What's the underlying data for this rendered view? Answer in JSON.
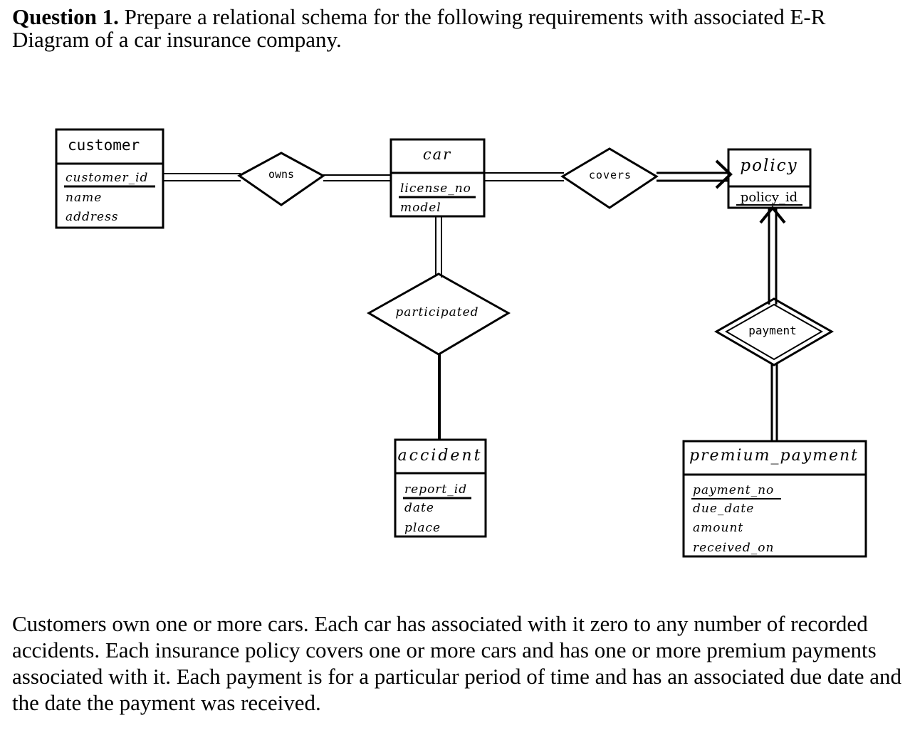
{
  "question": {
    "label": "Question 1.",
    "text": " Prepare a relational schema for the following requirements with associated E-R Diagram of a car insurance company."
  },
  "entities": {
    "customer": {
      "title": "customer",
      "pk": "customer_id",
      "attrs": [
        "name",
        "address"
      ]
    },
    "car": {
      "title": "car",
      "pk": "license_no",
      "attrs": [
        "model"
      ]
    },
    "policy": {
      "title": "policy",
      "pk": "policy_id",
      "attrs": []
    },
    "accident": {
      "title": "accident",
      "pk": "report_id",
      "attrs": [
        "date",
        "place"
      ]
    },
    "premium_payment": {
      "title": "premium_payment",
      "pk": "payment_no",
      "attrs": [
        "due_date",
        "amount",
        "received_on"
      ]
    }
  },
  "relationships": {
    "owns": "owns",
    "covers": "covers",
    "participated": "participated",
    "payment": "payment"
  },
  "description": "Customers own one or more cars. Each car has associated with it zero to any number of recorded accidents. Each insurance policy covers one or more cars and has one or more premium payments associated with it. Each payment is for a particular period of time and has an associated due date and the date the payment was received."
}
